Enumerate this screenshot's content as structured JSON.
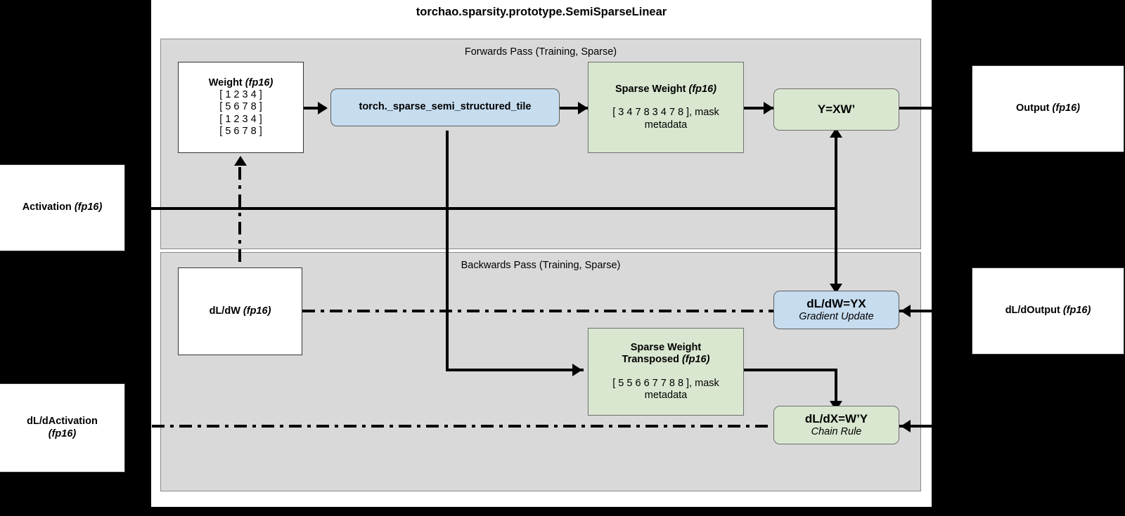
{
  "title": "torchao.sparsity.prototype.SemiSparseLinear",
  "panels": {
    "forward_label": "Forwards Pass (Training, Sparse)",
    "backward_label": "Backwards Pass (Training, Sparse)"
  },
  "nodes": {
    "weight": {
      "title": "Weight",
      "dtype": "(fp16)",
      "rows": [
        "[ 1 2 3 4 ]",
        "[ 5 6 7 8 ]",
        "[ 1 2 3 4 ]",
        "[ 5 6 7 8 ]"
      ]
    },
    "tile_op": {
      "label": "torch._sparse_semi_structured_tile"
    },
    "sparse_weight": {
      "title": "Sparse Weight",
      "dtype": "(fp16)",
      "body": "[ 3 4 7 8 3 4 7 8 ], mask metadata"
    },
    "forward_matmul": {
      "label": "Y=XW’"
    },
    "output": {
      "title": "Output",
      "dtype": "(fp16)"
    },
    "activation": {
      "title": "Activation",
      "dtype": "(fp16)"
    },
    "dldw": {
      "title": "dL/dW",
      "dtype": "(fp16)"
    },
    "sparse_weight_t": {
      "title_line1": "Sparse Weight",
      "title_line2": "Transposed",
      "dtype": "(fp16)",
      "body": "[ 5 5 6 6 7 7 8 8 ], mask metadata"
    },
    "grad_update": {
      "label": "dL/dW=YX",
      "sub": "Gradient Update"
    },
    "chain_rule": {
      "label": "dL/dX=W’Y",
      "sub": "Chain Rule"
    },
    "dloutput": {
      "title": "dL/dOutput",
      "dtype": "(fp16)"
    },
    "dlactivation": {
      "title": "dL/dActivation",
      "dtype": "(fp16)"
    }
  },
  "colors": {
    "panel_bg": "#d9d9d9",
    "green_node": "#d9e7d0",
    "blue_node": "#c6dcef",
    "white_node": "#ffffff",
    "line": "#000000",
    "page_bg": "#000000"
  }
}
